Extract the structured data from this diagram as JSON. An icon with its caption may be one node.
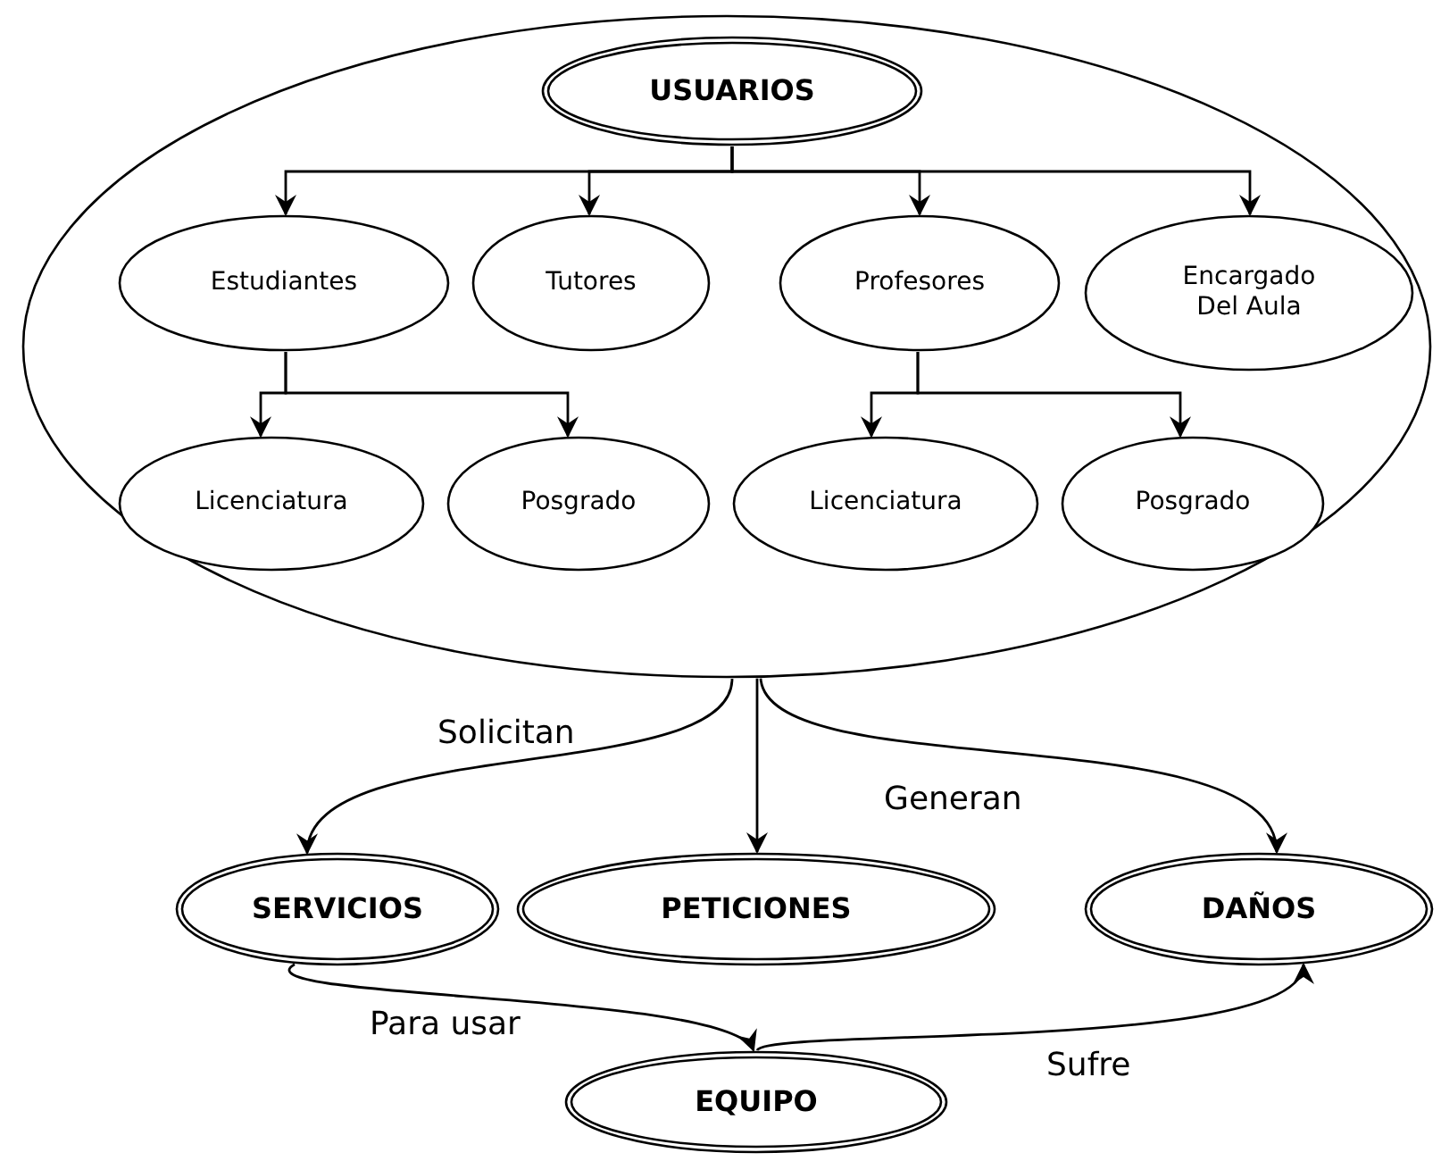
{
  "diagram": {
    "nodes": [
      {
        "text": [],
        "shape": "ellipse"
      },
      {
        "text": [
          "USUARIOS"
        ],
        "in": 0
      },
      {
        "text": [
          "Estudiantes"
        ],
        "in": 0
      },
      {
        "text": [
          "Tutores"
        ],
        "in": 0
      },
      {
        "text": [
          "Profesores"
        ],
        "in": 0
      },
      {
        "text": [
          "Encargado Del Aula"
        ],
        "in": 0
      },
      {
        "text": [
          "Licenciatura"
        ],
        "in": 0
      },
      {
        "text": [
          "Posgrado"
        ],
        "in": 0
      },
      {
        "text": [
          "Licenciatura"
        ],
        "in": 0
      },
      {
        "text": [
          "Posgrado"
        ],
        "in": 0
      },
      {
        "text": [
          "SERVICIOS"
        ]
      },
      {
        "text": [
          "PETICIONES"
        ]
      },
      {
        "text": [
          "DAÑOS"
        ]
      },
      {
        "text": [
          "EQUIPO"
        ]
      }
    ],
    "edges": [
      {
        "from": 1,
        "to": 2,
        "arrow": "to"
      },
      {
        "from": 1,
        "to": 3,
        "arrow": "to"
      },
      {
        "from": 1,
        "to": 4,
        "arrow": "to"
      },
      {
        "from": 1,
        "to": 5,
        "arrow": "to"
      },
      {
        "from": 2,
        "to": 6,
        "arrow": "to"
      },
      {
        "from": 2,
        "to": 7,
        "arrow": "to"
      },
      {
        "from": 4,
        "to": 8,
        "arrow": "to"
      },
      {
        "from": 4,
        "to": 9,
        "arrow": "to"
      },
      {
        "from": 0,
        "to": 10,
        "label": "Solicitan",
        "arrow": "to"
      },
      {
        "from": 0,
        "to": 11,
        "arrow": "to"
      },
      {
        "from": 0,
        "to": 12,
        "label": "Generan",
        "arrow": "to"
      },
      {
        "from": 10,
        "to": 13,
        "label": "Para usar",
        "arrow": "to"
      },
      {
        "from": 13,
        "to": 12,
        "label": "Sufre",
        "arrow": "to"
      }
    ]
  }
}
